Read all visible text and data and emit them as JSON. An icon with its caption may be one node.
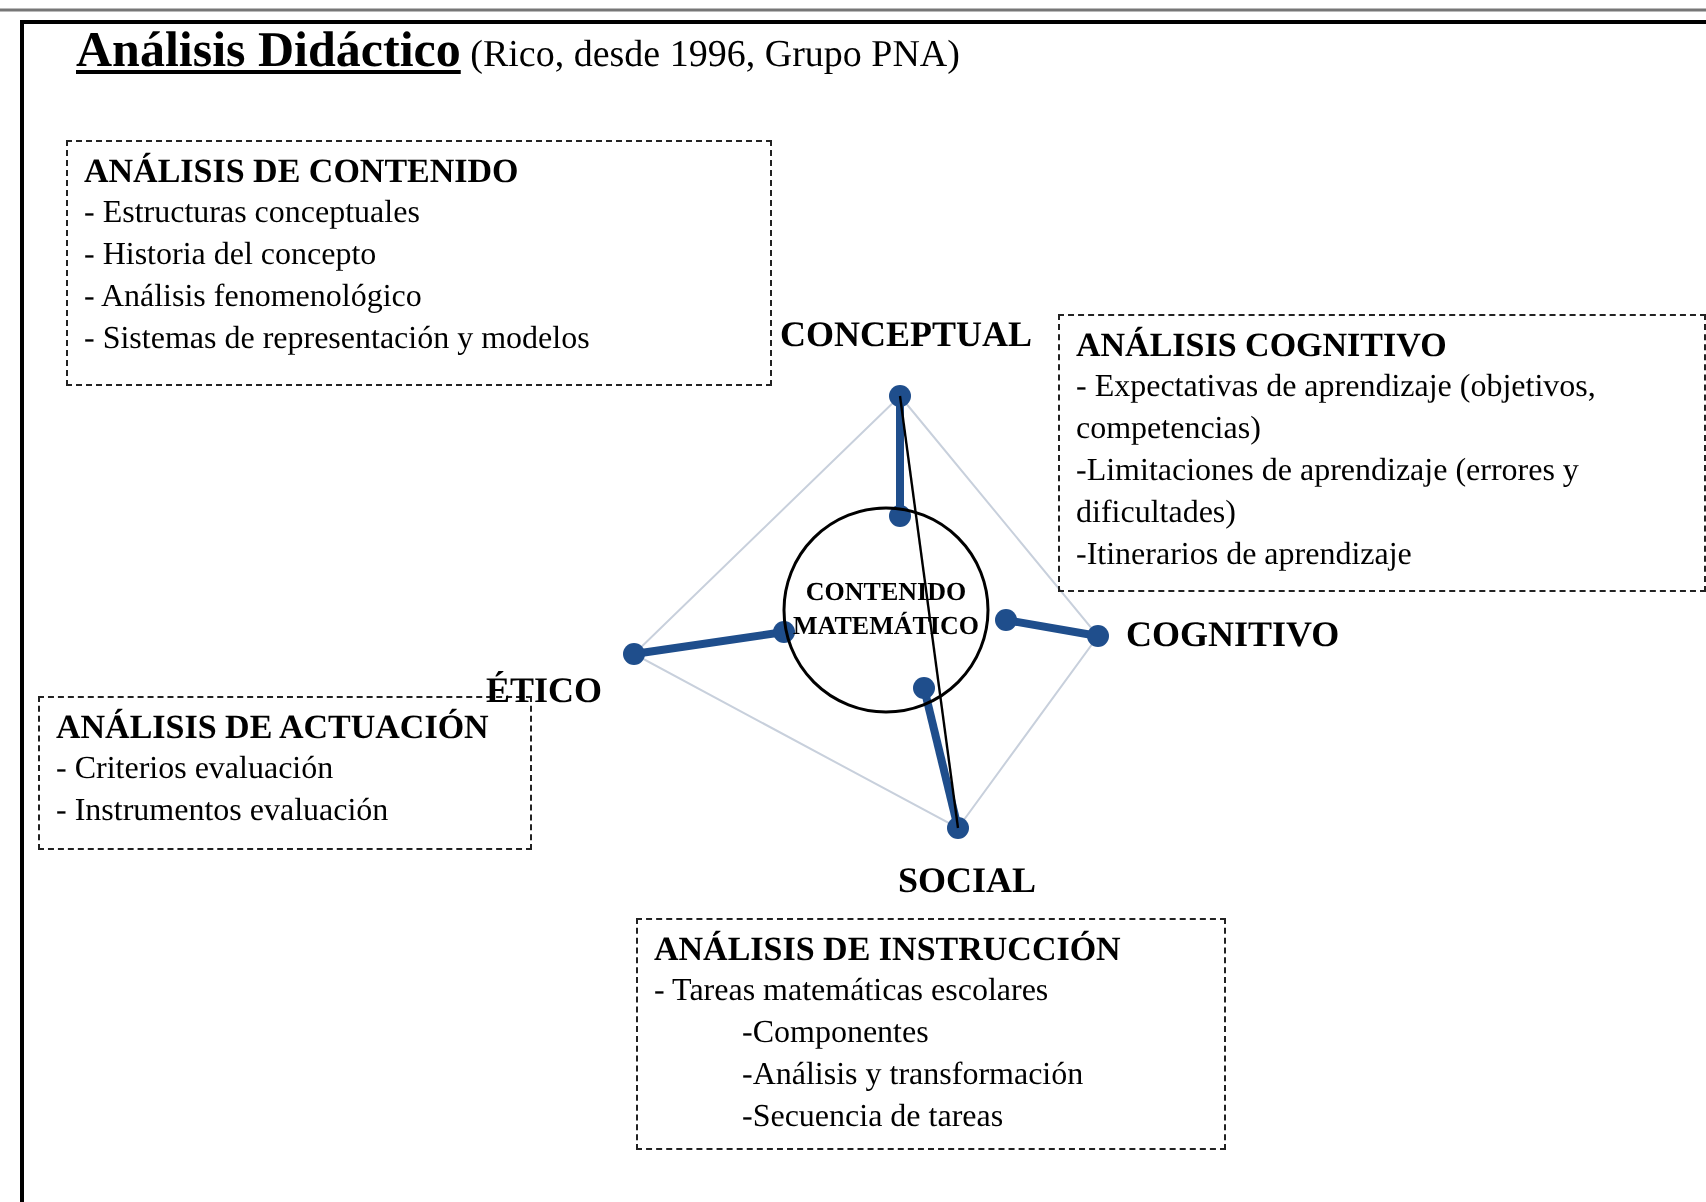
{
  "diagram": {
    "title": "**Análisis Didáctico** (Rico, desde 1996, Grupo PNA)",
    "nodes": [
      {
        "text": [
          "ANÁLISIS DE CONTENIDO",
          "- Estructuras conceptuales",
          "- Historia del concepto",
          "- Análisis fenomenológico",
          "- Sistemas de representación y modelos"
        ]
      },
      {
        "text": [
          "ANÁLISIS COGNITIVO",
          "- Expectativas de aprendizaje (objetivos, competencias)",
          "-Limitaciones de aprendizaje (errores y dificultades)",
          "-Itinerarios de aprendizaje"
        ]
      },
      {
        "text": [
          "ANÁLISIS DE ACTUACIÓN",
          "- Criterios evaluación",
          "- Instrumentos evaluación"
        ]
      },
      {
        "text": [
          "ANÁLISIS DE INSTRUCCIÓN",
          "- Tareas matemáticas escolares",
          "-Componentes",
          "-Análisis y transformación",
          "-Secuencia de tareas"
        ]
      },
      {
        "text": [
          "CONTENIDO MATEMÁTICO"
        ]
      }
    ],
    "edges": [],
    "labels": [
      "CONCEPTUAL",
      "COGNITIVO",
      "ÉTICO",
      "SOCIAL"
    ]
  }
}
